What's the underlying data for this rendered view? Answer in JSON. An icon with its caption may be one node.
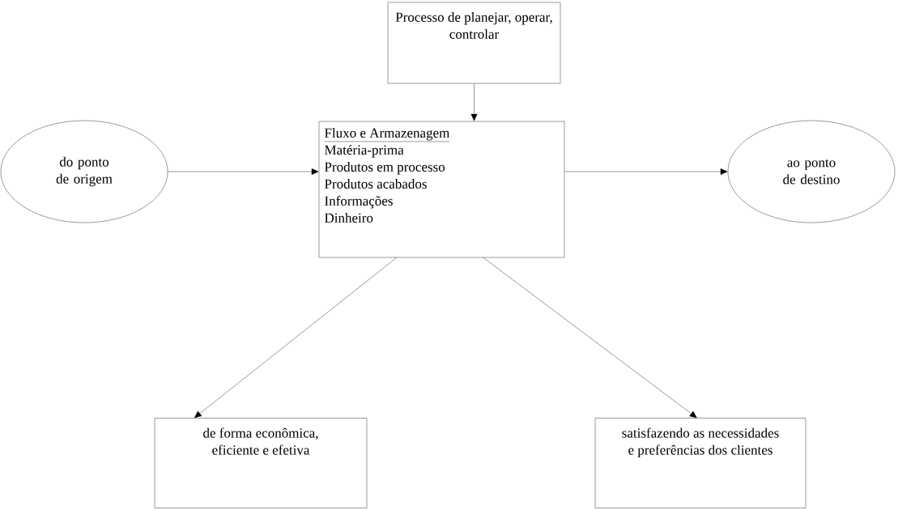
{
  "diagram": {
    "nodes": [
      {
        "text": [
          "Processo de planejar, operar, controlar"
        ]
      },
      {
        "text": [
          "Fluxo e Armazenagem",
          "Matéria-prima",
          "Produtos em processo",
          "Produtos acabados",
          "Informações",
          "Dinheiro"
        ]
      },
      {
        "text": [
          "do ponto de origem"
        ]
      },
      {
        "text": [
          "ao ponto de destino"
        ]
      },
      {
        "text": [
          "de forma econômica, eficiente e efetiva"
        ]
      },
      {
        "text": [
          "satisfazendo as necessidades e preferências dos clientes"
        ]
      }
    ],
    "edges": [
      {
        "from": 0,
        "to": 1,
        "arrow": "to"
      },
      {
        "from": 2,
        "to": 1,
        "arrow": "to"
      },
      {
        "from": 1,
        "to": 3,
        "arrow": "to"
      },
      {
        "from": 1,
        "to": 4,
        "arrow": "to"
      },
      {
        "from": 1,
        "to": 5,
        "arrow": "to"
      }
    ]
  }
}
